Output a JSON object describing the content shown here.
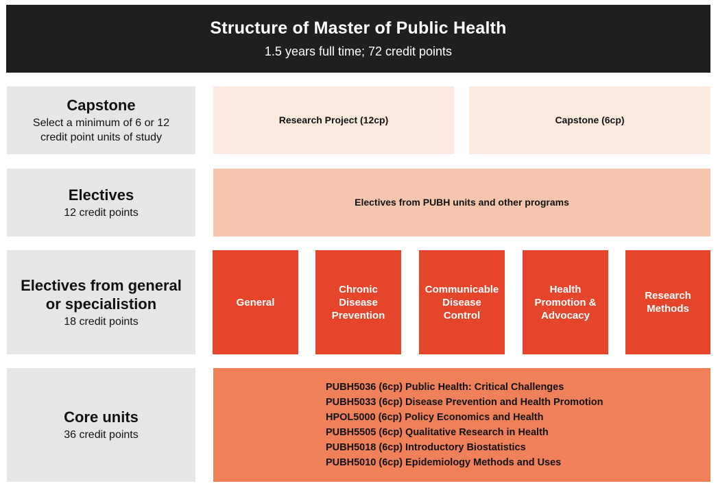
{
  "header": {
    "title": "Structure of Master of Public Health",
    "subtitle": "1.5 years full time; 72 credit points"
  },
  "rows": {
    "capstone": {
      "title": "Capstone",
      "description": "Select a minimum of 6 or 12 credit point units of study",
      "options": [
        "Research Project (12cp)",
        "Capstone (6cp)"
      ]
    },
    "electives": {
      "title": "Electives",
      "description": "12 credit points",
      "content": "Electives from PUBH units and other programs"
    },
    "specialisation": {
      "title": "Electives from general or specialistion",
      "description": "18 credit points",
      "options": [
        "General",
        "Chronic\nDisease\nPrevention",
        "Communicable\nDisease\nControl",
        "Health\nPromotion &\nAdvocacy",
        "Research\nMethods"
      ]
    },
    "core": {
      "title": "Core units",
      "description": "36 credit points",
      "units": [
        "PUBH5036 (6cp) Public Health: Critical Challenges",
        "PUBH5033 (6cp) Disease Prevention and Health Promotion",
        "HPOL5000 (6cp) Policy Economics and Health",
        "PUBH5505 (6cp) Qualitative Research in Health",
        "PUBH5018 (6cp) Introductory Biostatistics",
        "PUBH5010 (6cp) Epidemiology Methods and Uses"
      ]
    }
  },
  "colors": {
    "header_bg": "#1f1f1f",
    "label_bg": "#e6e6e6",
    "capstone_bg": "#fbe8de",
    "electives_bg": "#f6c5ad",
    "specialisation_bg": "#e5462b",
    "core_bg": "#ef8059"
  }
}
